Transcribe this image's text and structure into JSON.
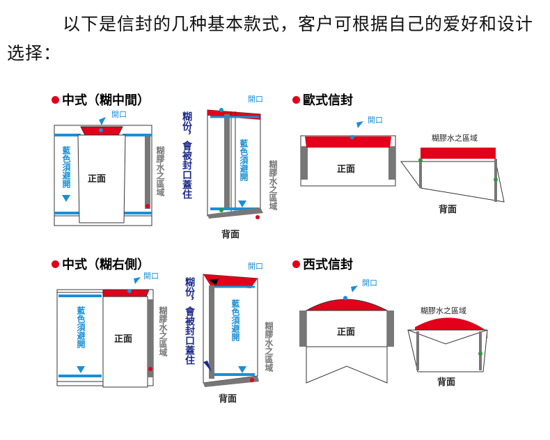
{
  "intro": "以下是信封的几种基本款式，客户可根据自己的爱好和设计选择：",
  "headers": {
    "a": "中式（糊中間）",
    "b": "歐式信封",
    "c": "中式（糊右側）",
    "d": "西式信封"
  },
  "labels": {
    "open": "開口",
    "front": "正面",
    "back": "背面",
    "blue_note": "藍色須避開",
    "glue_area": "糊膠水之區域",
    "glue_area_inline": "糊膠水之區域",
    "glue_note": "糊份，會被封口蓋住"
  },
  "colors": {
    "red": "#e2001a",
    "blue": "#1a8fd6",
    "gray": "#7b7b7b",
    "navy": "#1b2a8a",
    "green": "#2a9a3a"
  }
}
